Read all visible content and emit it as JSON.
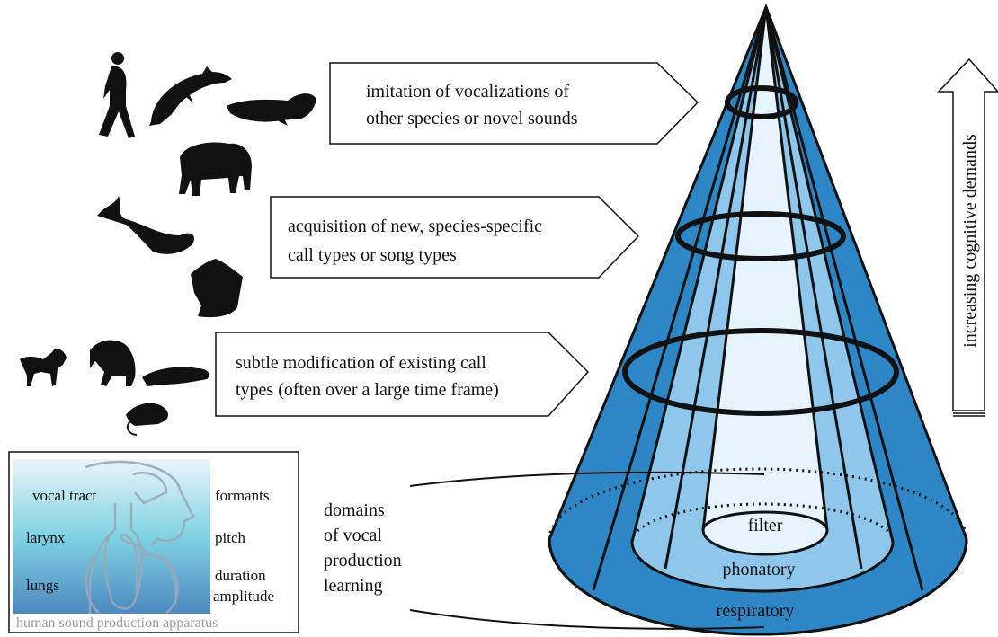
{
  "boxes": [
    {
      "line1": "imitation of vocalizations of",
      "line2": "other species or novel sounds"
    },
    {
      "line1": "acquisition of new, species-specific",
      "line2": "call types or song types"
    },
    {
      "line1": "subtle modification of existing call",
      "line2": "types (often over a large time frame)"
    }
  ],
  "arrow_label": "increasing cognitive demands",
  "domains": {
    "lines": [
      "domains",
      "of vocal",
      "production",
      "learning"
    ]
  },
  "cone_labels": {
    "filter": "filter",
    "phonatory": "phonatory",
    "respiratory": "respiratory"
  },
  "apparatus": {
    "left": [
      "vocal tract",
      "larynx",
      "lungs"
    ],
    "right": [
      "formants",
      "pitch",
      "duration",
      "amplitude"
    ],
    "caption": "human sound production apparatus"
  },
  "colors": {
    "outer_blue": "#2d86c6",
    "mid_blue": "#8fc6ec",
    "inner_blue": "#e6f3fc",
    "apparatus_top": "#eaf4fb",
    "apparatus_mid": "#7fd3e3",
    "apparatus_bottom": "#4d88c0"
  },
  "icons": [
    "human-icon",
    "dolphin-icon",
    "seal-icon",
    "elephant-icon",
    "whale-icon",
    "bat-icon",
    "goat-icon",
    "monkey-icon",
    "mole-rat-icon",
    "mouse-icon"
  ]
}
